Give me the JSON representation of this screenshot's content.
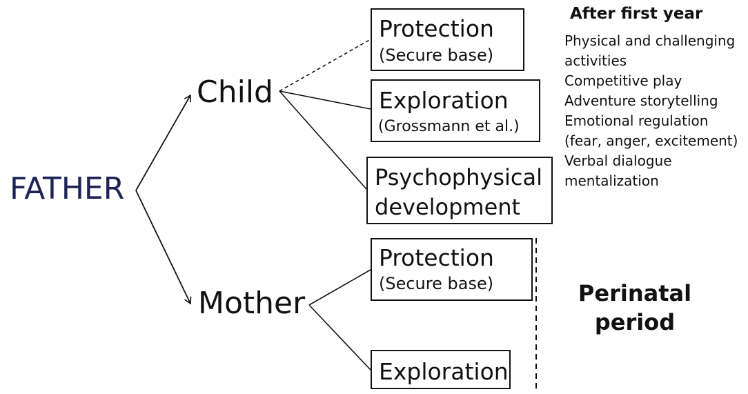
{
  "diagram": {
    "root": {
      "label": "FATHER",
      "color": "#1c2355"
    },
    "child": {
      "label": "Child"
    },
    "mother": {
      "label": "Mother"
    },
    "child_boxes": {
      "protection": {
        "title": "Protection",
        "subtitle": "(Secure base)"
      },
      "exploration": {
        "title": "Exploration",
        "subtitle": "(Grossmann et al.)"
      },
      "psychophysical": {
        "line1": "Psychophysical",
        "line2": "development"
      }
    },
    "mother_boxes": {
      "protection": {
        "title": "Protection",
        "subtitle": "(Secure base)"
      },
      "exploration": {
        "title": "Exploration"
      }
    },
    "after_first_year": {
      "title": "After first year",
      "items": [
        "Physical and challenging",
        "activities",
        "Competitive play",
        "Adventure storytelling",
        "Emotional regulation",
        "(fear, anger, excitement)",
        "Verbal dialogue",
        "mentalization"
      ]
    },
    "perinatal": {
      "line1": "Perinatal",
      "line2": "period"
    }
  }
}
